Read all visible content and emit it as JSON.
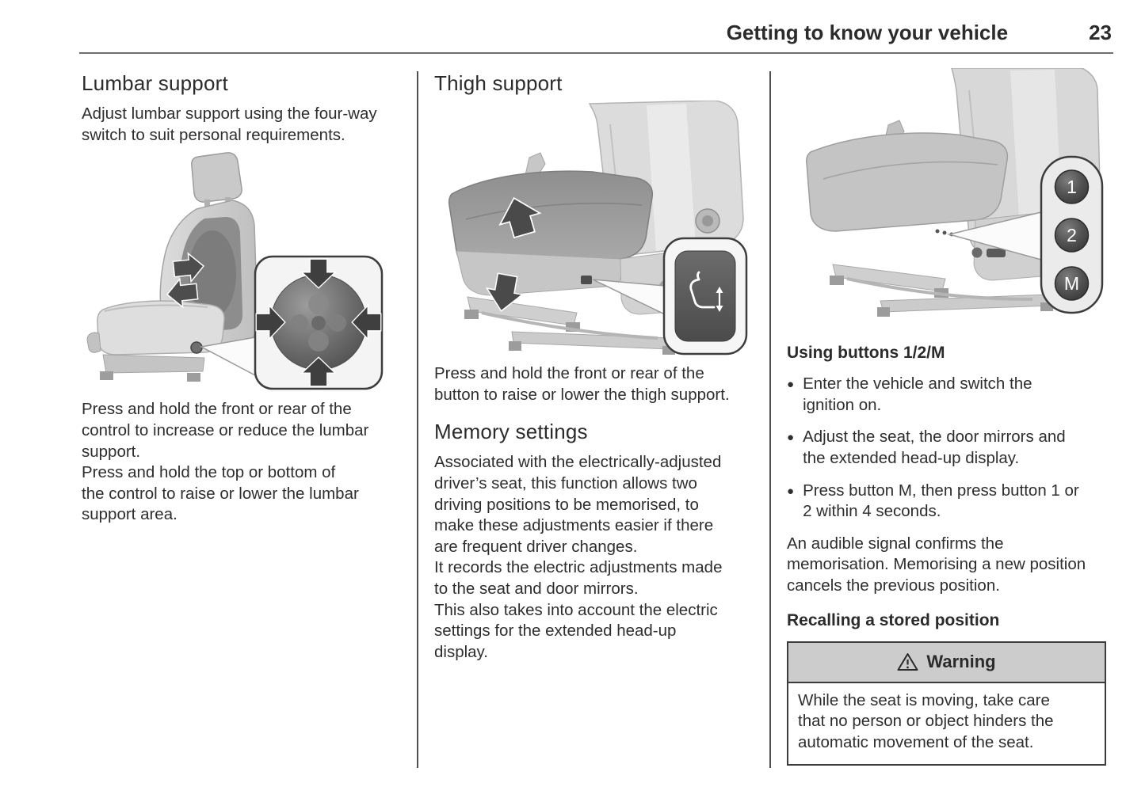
{
  "header": {
    "title": "Getting to know your vehicle",
    "page": "23"
  },
  "glyphs": {
    "bullet": "●"
  },
  "colors": {
    "warning_header_bg": "#cccccc",
    "rule": "#6e6e6e",
    "divider": "#4f4f4f",
    "text": "#2e2e2e"
  },
  "left": {
    "heading": "Lumbar support",
    "intro": "Adjust lumbar support using the four-way\nswitch to suit personal requirements.",
    "paras": [
      "Press and hold the front or rear of the\ncontrol to increase or reduce the lumbar\nsupport.",
      "Press and hold the top or bottom of\nthe control to raise or lower the lumbar\nsupport area."
    ],
    "illustration": {
      "name": "seat-with-four-way-lumbar-switch",
      "inset_icon": "four-way-arrow-pad"
    }
  },
  "middle": {
    "heading": "Thigh support",
    "para1": "Press and hold the front or rear of the\nbutton to raise or lower the thigh support.",
    "subheading": "Memory settings",
    "para2": "Associated with the electrically-adjusted\ndriver’s seat, this function allows two\ndriving positions to be memorised, to\nmake these adjustments easier if there\nare frequent driver changes.",
    "para3": "It records the electric adjustments made\nto the seat and door mirrors.",
    "para4": "This also takes into account the electric\nsettings for the extended head-up\ndisplay.",
    "illustration": {
      "name": "seat-cushion-thigh-support",
      "inset_icon": "seat-profile-up-down-button"
    }
  },
  "right": {
    "illustration": {
      "name": "seat-with-memory-buttons"
    },
    "inset_buttons": [
      "1",
      "2",
      "M"
    ],
    "subheading": "Using buttons 1/2/M",
    "bullets": [
      "Enter the vehicle and switch the\nignition on.",
      "Adjust the seat, the door mirrors and\nthe extended head-up display.",
      "Press button M, then press button 1 or\n2 within 4 seconds."
    ],
    "para1": "An audible signal confirms the\nmemorisation. Memorising a new position\ncancels the previous position.",
    "subheading2": "Recalling a stored position",
    "warning": {
      "title": "Warning",
      "body": "While the seat is moving, take care\nthat no person or object hinders the\nautomatic movement of the seat."
    }
  }
}
